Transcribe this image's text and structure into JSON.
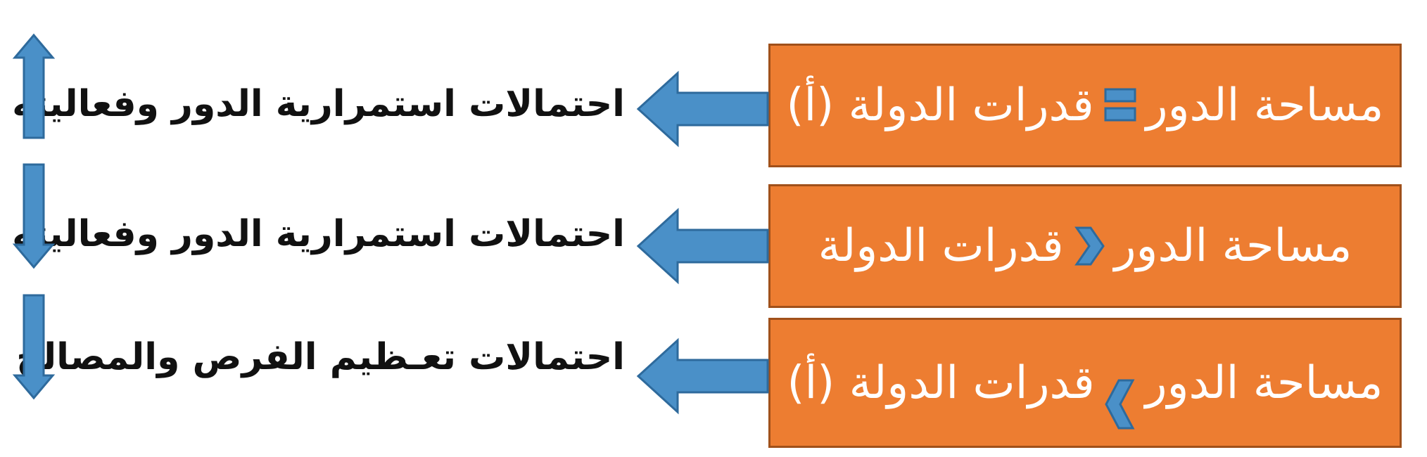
{
  "rows": [
    {
      "box": {
        "left": "مساحة الدور",
        "symbol": "equals",
        "right": "قدرات الدولة (أ)"
      },
      "outcome": "احتمالات استمرارية الدور وفعاليته",
      "trend": "up"
    },
    {
      "box": {
        "left": "مساحة الدور",
        "symbol": "less-than",
        "right": "قدرات الدولة"
      },
      "outcome": "احتمالات استمرارية الدور وفعاليته",
      "trend": "down"
    },
    {
      "box": {
        "left": "مساحة الدور",
        "symbol": "greater-than",
        "right": "قدرات الدولة (أ)"
      },
      "outcome": "احتمالات تعـظيم الفرص والمصالح",
      "trend": "down"
    }
  ],
  "colors": {
    "box_fill": "#ED7D31",
    "box_border": "#A0501A",
    "arrow_fill": "#4A90C8",
    "arrow_stroke": "#2E6A9C"
  }
}
